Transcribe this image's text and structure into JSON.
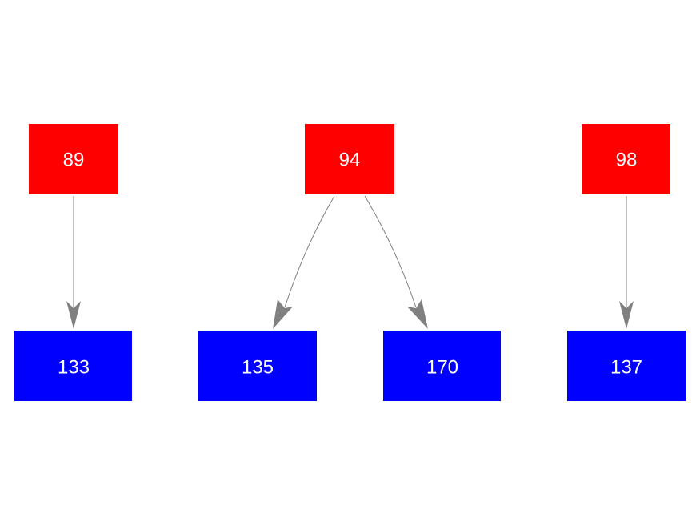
{
  "colors": {
    "source": "#ff0000",
    "target": "#0000ff",
    "edge": "#808080",
    "label": "#ffffff"
  },
  "nodes": {
    "n89": {
      "label": "89",
      "type": "source"
    },
    "n94": {
      "label": "94",
      "type": "source"
    },
    "n98": {
      "label": "98",
      "type": "source"
    },
    "n133": {
      "label": "133",
      "type": "target"
    },
    "n135": {
      "label": "135",
      "type": "target"
    },
    "n170": {
      "label": "170",
      "type": "target"
    },
    "n137": {
      "label": "137",
      "type": "target"
    }
  },
  "edges": [
    {
      "from": "89",
      "to": "133"
    },
    {
      "from": "94",
      "to": "135"
    },
    {
      "from": "94",
      "to": "170"
    },
    {
      "from": "98",
      "to": "137"
    }
  ]
}
